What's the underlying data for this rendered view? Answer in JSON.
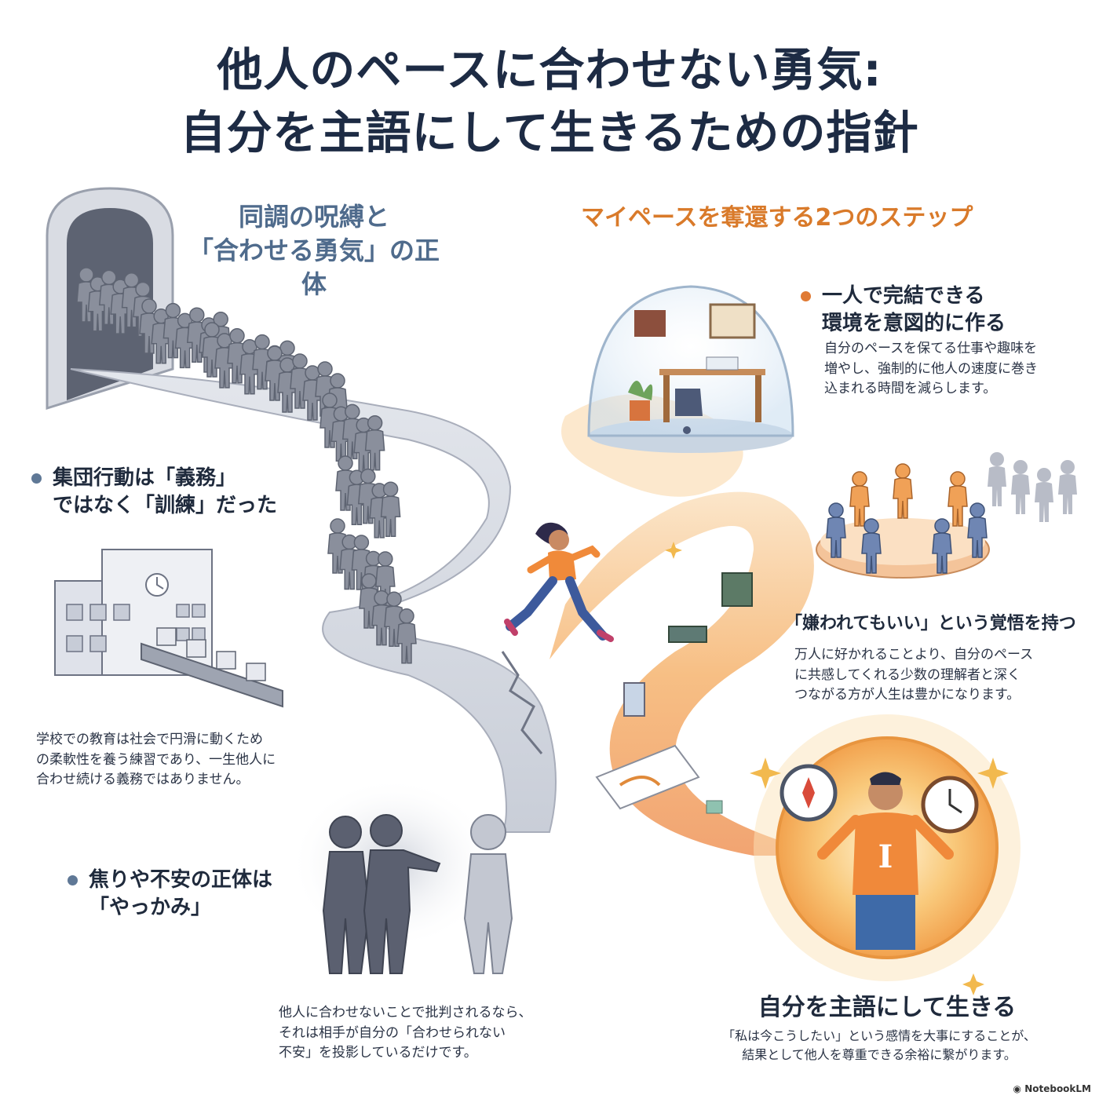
{
  "title": {
    "line1": "他人のペースに合わせない勇気:",
    "line2": "自分を主語にして生きるための指針"
  },
  "left_section": {
    "heading_line1": "同調の呪縛と",
    "heading_line2": "「合わせる勇気」の正体",
    "item1": {
      "heading_line1": "集団行動は「義務」",
      "heading_line2": "ではなく「訓練」だった",
      "body_line1": "学校での教育は社会で円滑に動くため",
      "body_line2": "の柔軟性を養う練習であり、一生他人に",
      "body_line3": "合わせ続ける義務ではありません。"
    },
    "item2": {
      "heading_line1": "焦りや不安の正体は",
      "heading_line2": "「やっかみ」",
      "body_line1": "他人に合わせないことで批判されるなら、",
      "body_line2": "それは相手が自分の「合わせられない",
      "body_line3": "不安」を投影しているだけです。"
    }
  },
  "right_section": {
    "heading": "マイペースを奪還する2つのステップ",
    "step1": {
      "heading_line1": "一人で完結できる",
      "heading_line2": "環境を意図的に作る",
      "body_line1": "自分のペースを保てる仕事や趣味を",
      "body_line2": "増やし、強制的に他人の速度に巻き",
      "body_line3": "込まれる時間を減らします。"
    },
    "step2": {
      "heading": "「嫌われてもいい」という覚悟を持つ",
      "body_line1": "万人に好かれることより、自分のペース",
      "body_line2": "に共感してくれる少数の理解者と深く",
      "body_line3": "つながる方が人生は豊かになります。"
    },
    "final": {
      "heading": "自分を主語にして生きる",
      "body_line1": "「私は今こうしたい」という感情を大事にすることが、",
      "body_line2": "結果として他人を尊重できる余裕に繋がります。"
    }
  },
  "shirt_letter": "I",
  "brand": "NotebookLM",
  "colors": {
    "title": "#1d2b44",
    "left_accent": "#4f6b8c",
    "right_accent": "#d97a2a",
    "crowd": "#8a8f9c",
    "path_warm": "#f3a25a"
  }
}
